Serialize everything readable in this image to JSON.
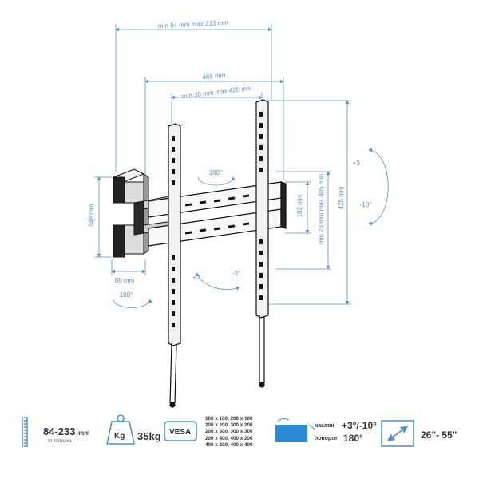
{
  "dimensions": {
    "arm_extension": "min 84 mm max 233 mm",
    "width": "465 mm",
    "vesa_horizontal": "min 30 mm max 420 mm",
    "vesa_vertical": "min 23 mm max 405 mm",
    "height": "425 mm",
    "rail_height": "102 mm",
    "wall_plate_height": "148 mm",
    "wall_plate_width": "89 mm",
    "tilt_up": "+3",
    "tilt_down": "-10°",
    "swivel_top": "180°",
    "swivel_bottom": "180°",
    "rotate_plus": "+3",
    "rotate_minus": "-3°"
  },
  "specs": {
    "distance_value": "84-233",
    "distance_unit": "mm",
    "distance_sub": "от потолка",
    "weight_icon_label": "Kg",
    "weight_value": "35kg",
    "vesa_icon_label": "VESA",
    "vesa_list": [
      "100 x 100, 200 x 100",
      "200 x 200, 300 x 200",
      "200 x 300, 300 x 300",
      "200 x 400, 400 x 200",
      "400 x 300, 400 x 400"
    ],
    "tilt_label": "наклон",
    "tilt_value": "+3°/-10°",
    "swivel_label": "поворот",
    "swivel_value": "180°",
    "size_value": "26\"- 55\""
  },
  "colors": {
    "dimension": "#5a93c4",
    "metal": "#1a1a1a",
    "icon": "#4a90c8",
    "screen": "#2f8ad6"
  }
}
